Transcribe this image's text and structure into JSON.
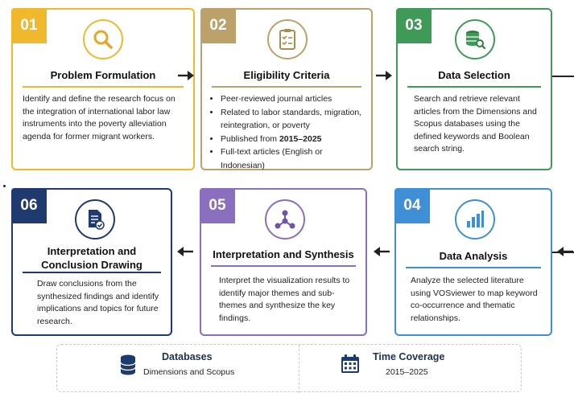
{
  "steps": [
    {
      "number": "01",
      "title": "Problem Formulation",
      "icon": "magnifier-icon",
      "color": "#f0b82c",
      "body": "Identify and define the research focus on the integration of international labor law instruments into the poverty alleviation agenda for former migrant workers."
    },
    {
      "number": "02",
      "title": "Eligibility Criteria",
      "icon": "checklist-icon",
      "color": "#bca26a",
      "criteria": [
        "Peer-reviewed journal articles",
        "Related to labor standards, migration, reintegration, or poverty",
        "Published from 2015–2025",
        "Full-text articles (English or Indonesian)"
      ]
    },
    {
      "number": "03",
      "title": "Data Selection",
      "icon": "database-search-icon",
      "color": "#3f9a57",
      "body": "Search and retrieve relevant articles from the Dimensions and Scopus databases using the defined keywords and Boolean search string."
    },
    {
      "number": "04",
      "title": "Data Analysis",
      "icon": "bar-chart-icon",
      "color": "#3f8fd6",
      "body": "Analyze the selected literature using VOSviewer to map keyword co-occurrence and thematic relationships."
    },
    {
      "number": "05",
      "title": "Interpretation and Synthesis",
      "icon": "network-icon",
      "color": "#8a6fbe",
      "body": "Interpret the visualization results to identify major themes and sub-themes and synthesize the key findings."
    },
    {
      "number": "06",
      "title": "Interpretation and Conclusion Drawing",
      "icon": "document-check-icon",
      "color": "#1f3a6e",
      "body": "Draw conclusions from the synthesized findings and identify implications and topics for future research."
    }
  ],
  "criteria_parts": {
    "before": "Published from ",
    "bold": "2015–2025"
  },
  "footer": {
    "databases": {
      "title": "Databases",
      "value": "Dimensions and Scopus",
      "icon": "database-icon"
    },
    "time": {
      "title": "Time Coverage",
      "value": "2015–2025",
      "icon": "calendar-icon"
    }
  }
}
